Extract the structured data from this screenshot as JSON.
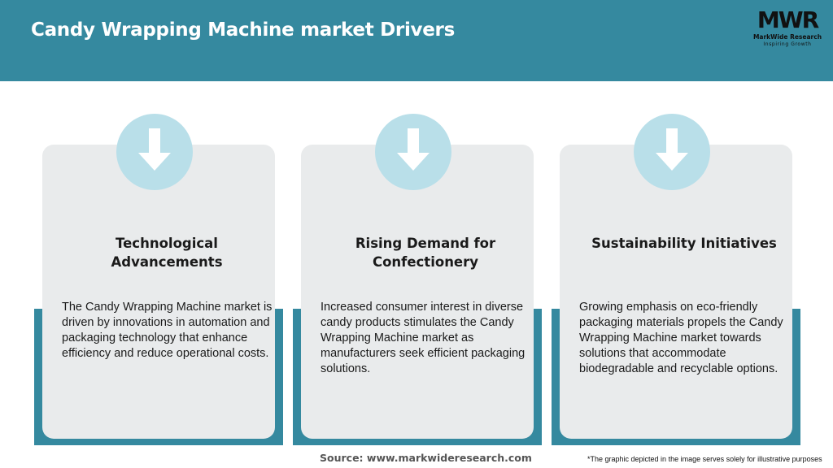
{
  "header": {
    "title": "Candy Wrapping Machine market Drivers",
    "background_color": "#35899f"
  },
  "logo": {
    "mark": "MWR",
    "name": "MarkWide Research",
    "tagline": "Inspiring Growth"
  },
  "cards": [
    {
      "icon": "down-arrow-icon",
      "heading": "Technological Advancements",
      "body": "The Candy Wrapping Machine market is driven by innovations in automation and packaging technology that enhance efficiency and reduce operational costs."
    },
    {
      "icon": "down-arrow-icon",
      "heading": "Rising Demand for Confectionery",
      "body": "Increased consumer interest in diverse candy products stimulates the Candy Wrapping Machine market as manufacturers seek efficient packaging solutions."
    },
    {
      "icon": "down-arrow-icon",
      "heading": "Sustainability Initiatives",
      "body": "Growing emphasis on eco-friendly packaging materials propels the Candy Wrapping Machine market towards solutions that accommodate biodegradable and recyclable options."
    }
  ],
  "colors": {
    "accent": "#35899f",
    "card_background": "#e9ebec",
    "icon_circle": "#b9dfe9"
  },
  "footer": {
    "source": "Source: www.markwideresearch.com",
    "note": "*The graphic depicted in the image serves solely for illustrative purposes"
  }
}
